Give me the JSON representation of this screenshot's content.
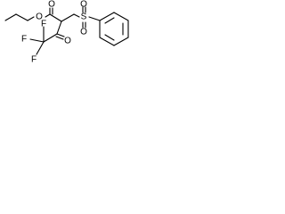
{
  "molecule": {
    "atoms": {
      "ester_o_top": "O",
      "ester_o_bridge": "O",
      "ketone_o": "O",
      "sulfonyl_s": "S",
      "sulfonyl_o_top": "O",
      "sulfonyl_o_bottom": "O",
      "fluorine_top": "F",
      "fluorine_left": "F",
      "fluorine_bottom": "F"
    }
  }
}
